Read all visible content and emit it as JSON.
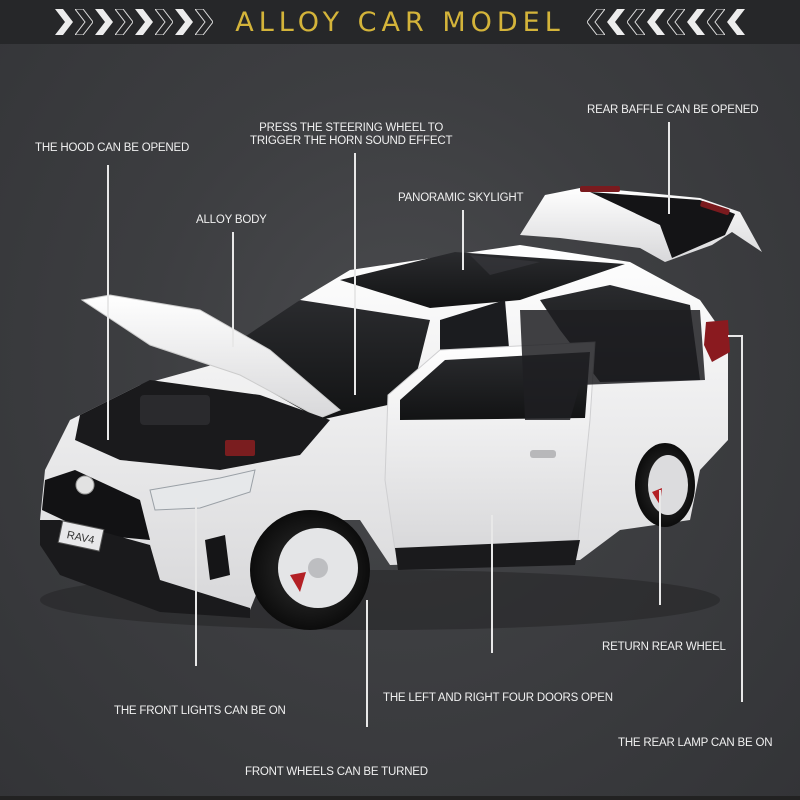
{
  "banner": {
    "title": "ALLOY CAR MODEL",
    "title_color": "#d4b43a",
    "left_icon": "double-chevron-right-icon",
    "right_icon": "double-chevron-left-icon"
  },
  "car": {
    "model_plate": "RAV4",
    "body_color": "#f4f4f4",
    "accent_color": "#8a1a1f"
  },
  "callouts": [
    {
      "id": "hood",
      "text": "THE HOOD CAN BE OPENED"
    },
    {
      "id": "steering",
      "line1": "PRESS THE STEERING WHEEL TO",
      "line2": "TRIGGER THE HORN SOUND EFFECT"
    },
    {
      "id": "rear-baffle",
      "text": "REAR BAFFLE CAN BE OPENED"
    },
    {
      "id": "skylight",
      "text": "PANORAMIC SKYLIGHT"
    },
    {
      "id": "alloy-body",
      "text": "ALLOY BODY"
    },
    {
      "id": "return-wheel",
      "text": "RETURN REAR WHEEL"
    },
    {
      "id": "doors",
      "text": "THE LEFT AND RIGHT FOUR DOORS OPEN"
    },
    {
      "id": "front-lights",
      "text": "THE FRONT LIGHTS CAN BE ON"
    },
    {
      "id": "rear-lamp",
      "text": "THE REAR LAMP CAN BE ON"
    },
    {
      "id": "front-wheels",
      "text": "FRONT WHEELS CAN BE TURNED"
    }
  ]
}
